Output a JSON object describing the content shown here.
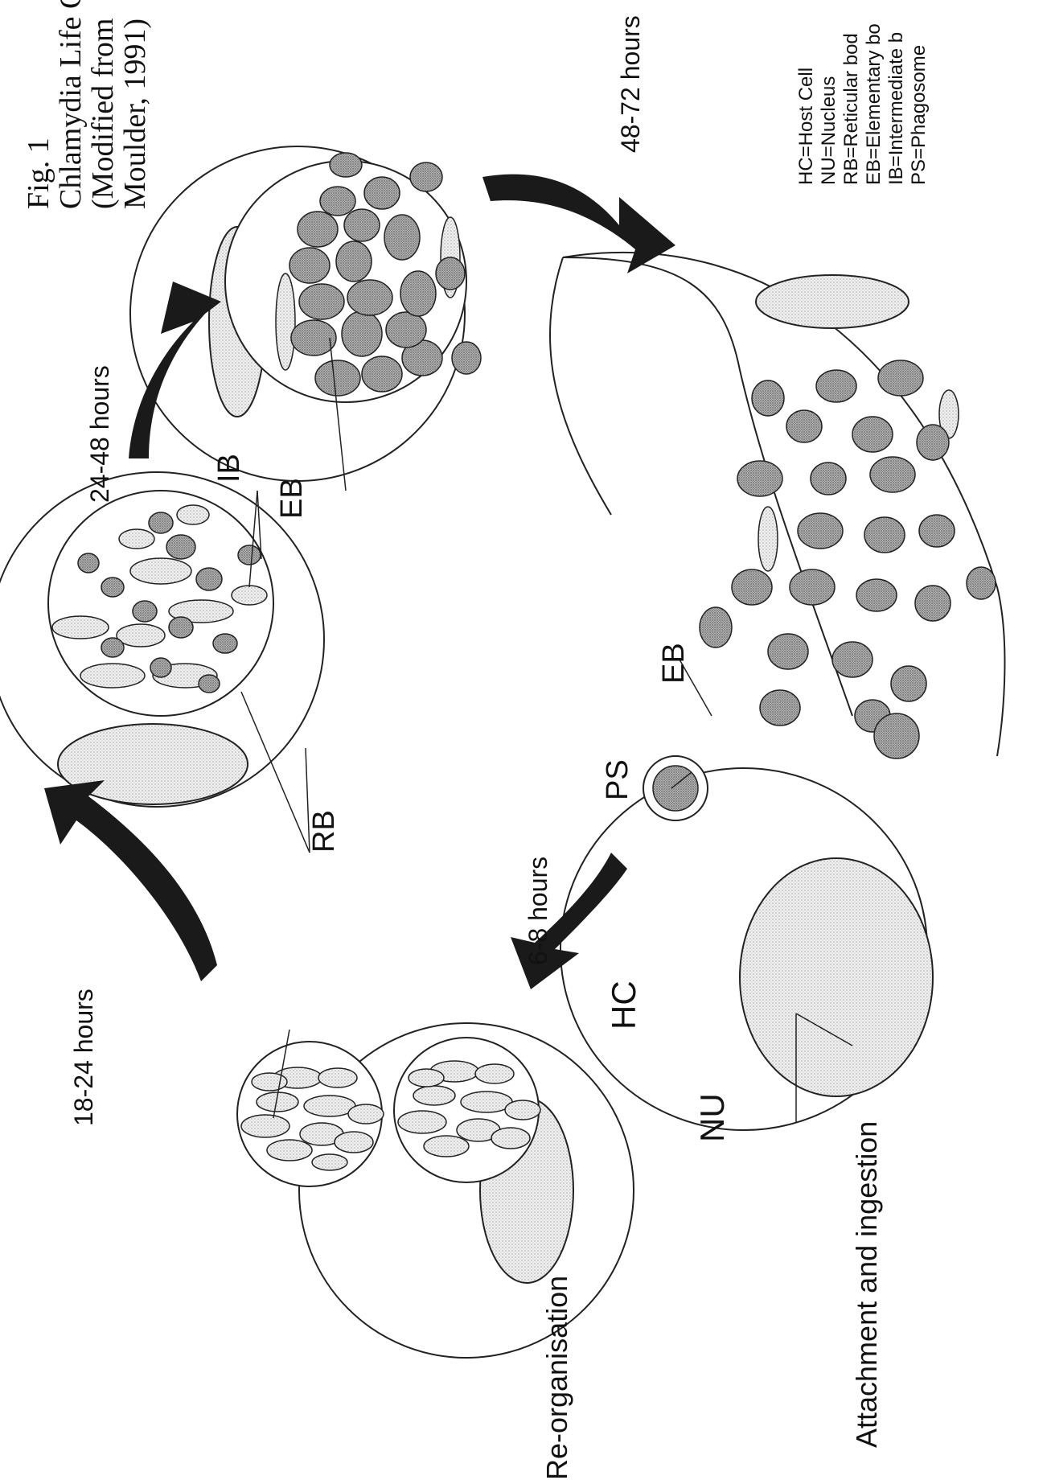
{
  "figure": {
    "number": "Fig. 1",
    "caption_line1": "Chlamydia Life C",
    "caption_line2": "(Modified from",
    "caption_line3": "Moulder, 1991)"
  },
  "times": {
    "t18_24": "18-24 hours",
    "t24_48": "24-48 hours",
    "t48_72": "48-72 hours",
    "t6_8": "6-8 hours"
  },
  "stages": {
    "reorganisation": "Re-organisation",
    "attachment": "Attachment and ingestion"
  },
  "labels": {
    "RB": "RB",
    "IB": "IB",
    "EB": "EB",
    "EB2": "EB",
    "PS": "PS",
    "HC": "HC",
    "NU": "NU"
  },
  "legend": {
    "hc": "HC=Host Cell",
    "nu": "NU=Nucleus",
    "rb": "RB=Reticular bod",
    "eb": "EB=Elementary bo",
    "ib": "IB=Intermediate b",
    "ps": "PS=Phagosome"
  },
  "colors": {
    "stipple": "#e8e8e8",
    "dark_stipple": "#a8a8a8",
    "arrow": "#1a1a1a"
  }
}
